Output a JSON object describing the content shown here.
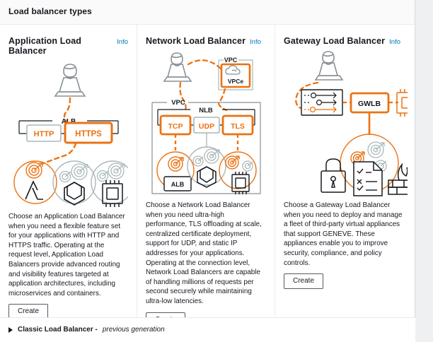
{
  "panel": {
    "title": "Load balancer types"
  },
  "cards": [
    {
      "title": "Application Load Balancer",
      "info_label": "Info",
      "description": "Choose an Application Load Balancer when you need a flexible feature set for your applications with HTTP and HTTPS traffic. Operating at the request level, Application Load Balancers provide advanced routing and visibility features targeted at application architectures, including microservices and containers.",
      "create_label": "Create",
      "diagram": {
        "group_label": "ALB",
        "listeners": [
          {
            "label": "HTTP",
            "selected": false
          },
          {
            "label": "HTTPS",
            "selected": true
          }
        ],
        "targets": [
          {
            "icon": "lambda-icon",
            "selected": true
          },
          {
            "icon": "container-icon",
            "selected": false
          },
          {
            "icon": "ec2-instance-icon",
            "selected": false
          }
        ]
      }
    },
    {
      "title": "Network Load Balancer",
      "info_label": "Info",
      "description": "Choose a Network Load Balancer when you need ultra-high performance, TLS offloading at scale, centralized certificate deployment, support for UDP, and static IP addresses for your applications. Operating at the connection level, Network Load Balancers are capable of handling millions of requests per second securely while maintaining ultra-low latencies.",
      "create_label": "Create",
      "diagram": {
        "endpoint_vpc_label": "VPC",
        "endpoint_label": "VPCe",
        "vpc_label": "VPC",
        "group_label": "NLB",
        "listeners": [
          {
            "label": "TCP",
            "selected": true
          },
          {
            "label": "UDP",
            "selected": false
          },
          {
            "label": "TLS",
            "selected": true
          }
        ],
        "targets": [
          {
            "icon": "alb-target-icon",
            "label": "ALB",
            "selected": true
          },
          {
            "icon": "container-icon",
            "label": "",
            "selected": false
          },
          {
            "icon": "ec2-instance-icon",
            "label": "",
            "selected": true
          }
        ]
      }
    },
    {
      "title": "Gateway Load Balancer",
      "info_label": "Info",
      "description": "Choose a Gateway Load Balancer when you need to deploy and manage a fleet of third-party virtual appliances that support GENEVE. These appliances enable you to improve security, compliance, and policy controls.",
      "create_label": "Create",
      "diagram": {
        "group_label": "GWLB",
        "route_table_icon": "route-table-icon",
        "instance_icon": "ec2-instance-icon",
        "appliances": [
          {
            "icon": "padlock-icon"
          },
          {
            "icon": "compliance-document-icon"
          },
          {
            "icon": "firewall-icon"
          }
        ]
      }
    }
  ],
  "footer": {
    "label": "Classic Load Balancer -",
    "sub_label": "previous generation"
  },
  "colors": {
    "accent": "#ec7211",
    "link": "#0073bb",
    "grey_stroke": "#879196",
    "dark_stroke": "#16191f",
    "border": "#d5dbdb"
  }
}
